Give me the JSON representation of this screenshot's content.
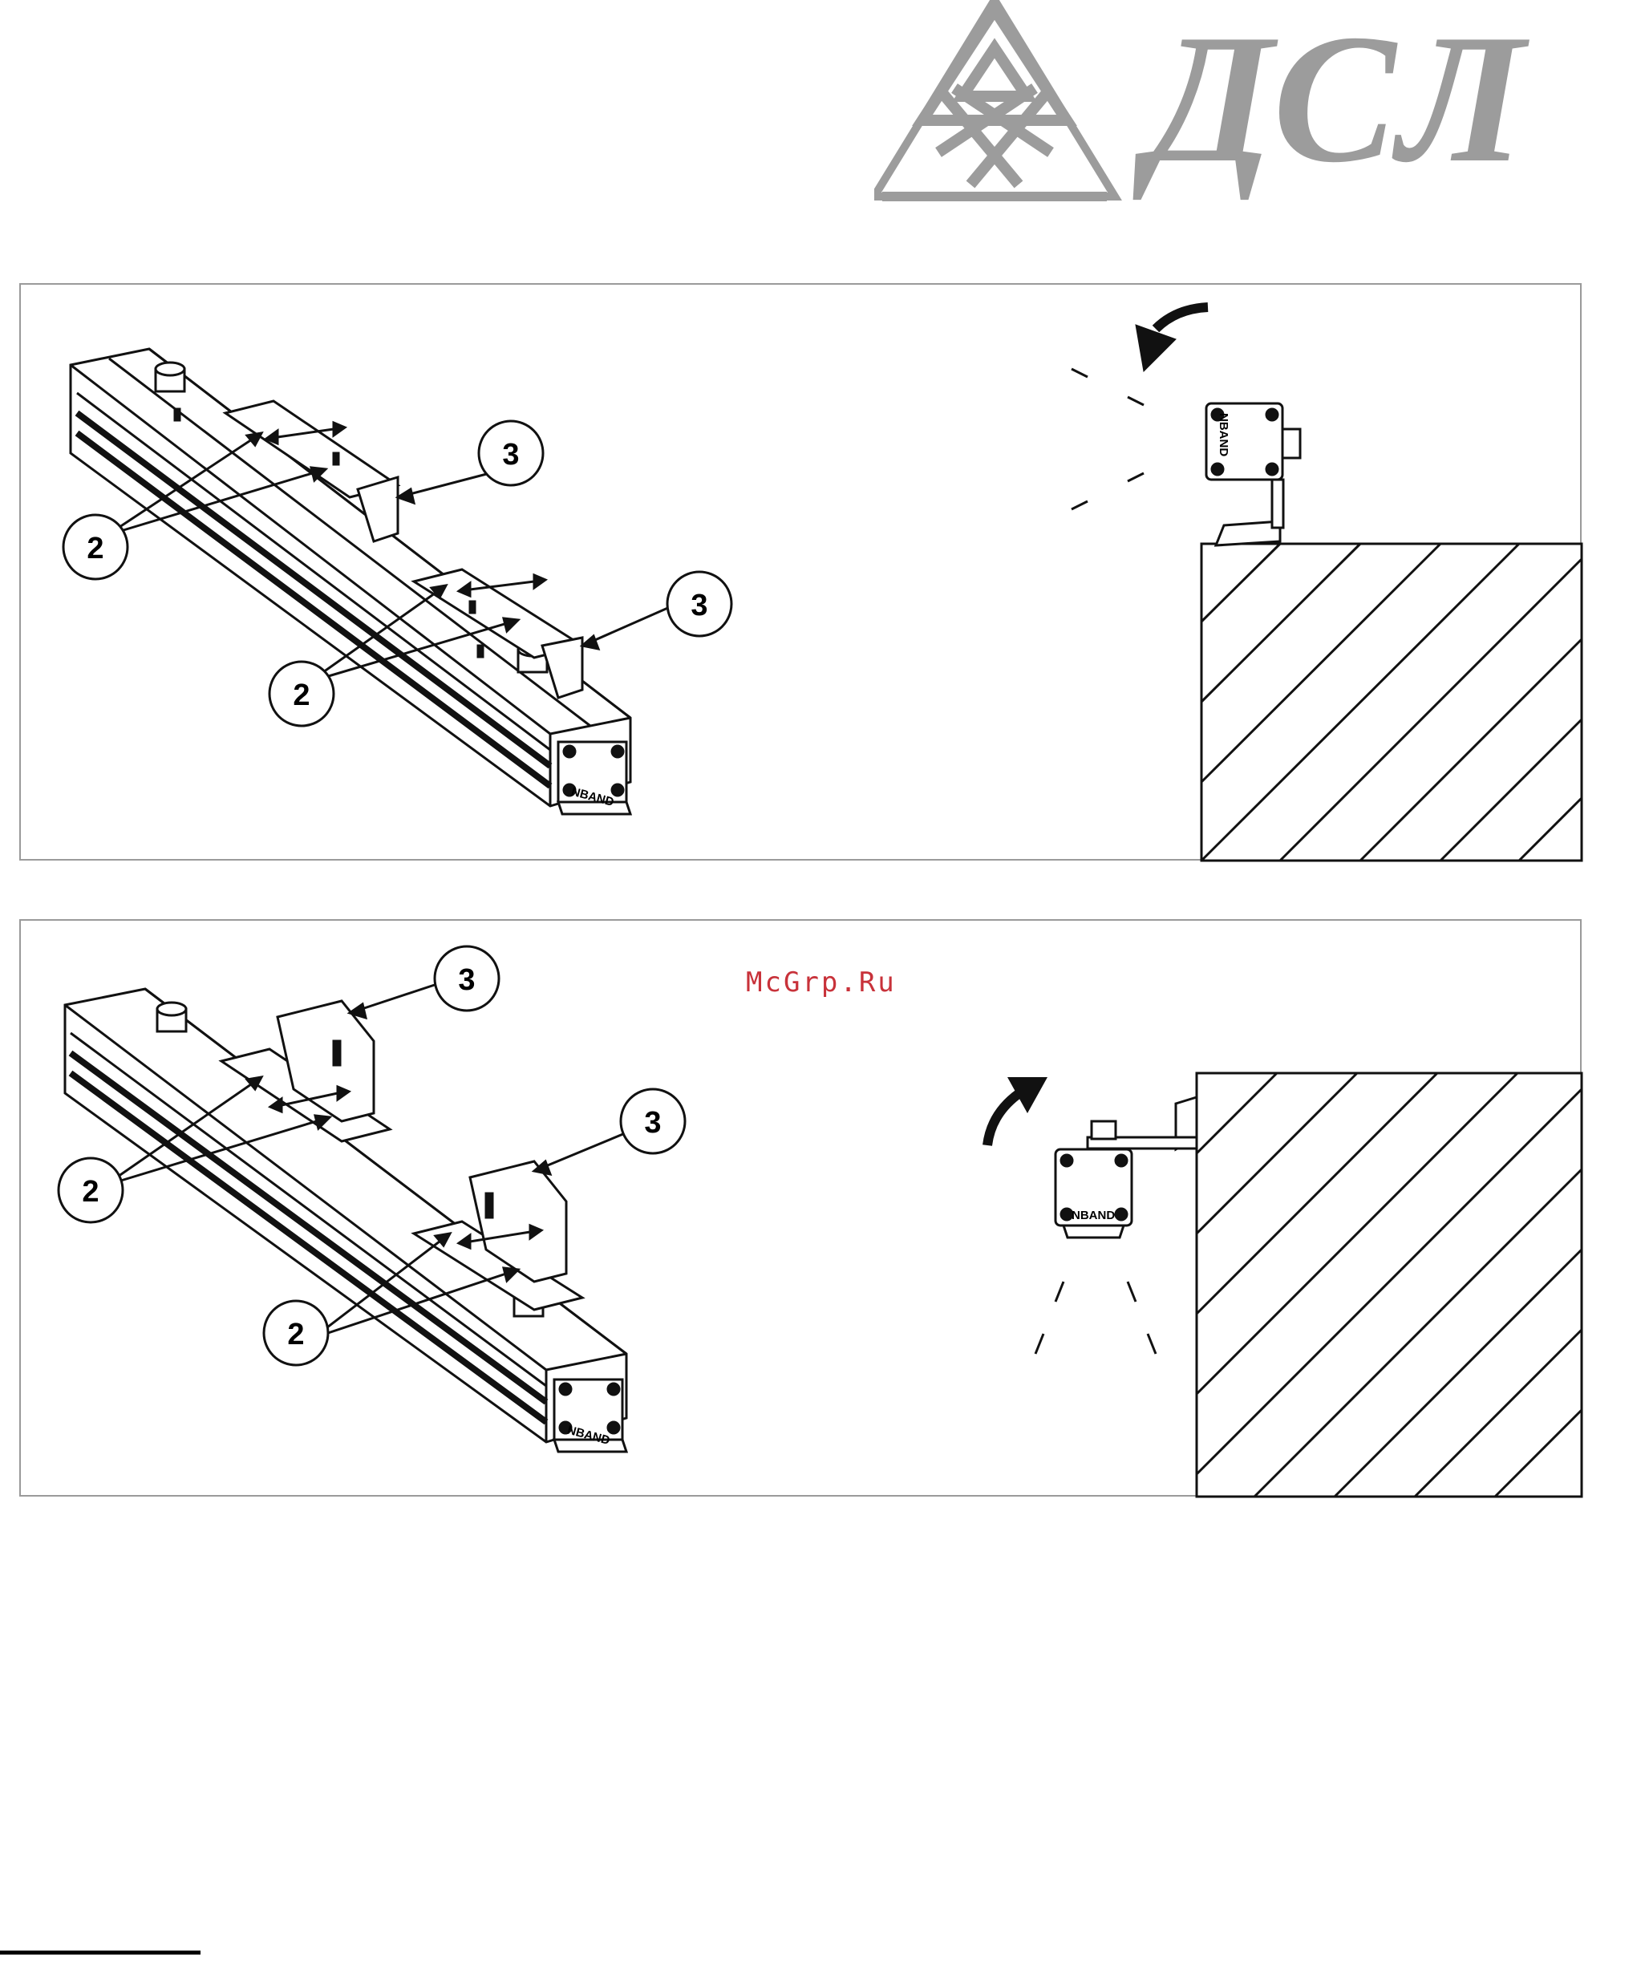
{
  "logo": {
    "text": "ДСЛ",
    "color": "#9c9c9c"
  },
  "watermark": {
    "text": "McGrp.Ru",
    "color": "#c8323a"
  },
  "panel_top": {
    "callouts": [
      "2",
      "2",
      "2",
      "2",
      "3",
      "3"
    ],
    "fixture_label": "NBAND",
    "side_label": "NBAND",
    "rotation_arrow": "counterclockwise-arrow-icon"
  },
  "panel_bottom": {
    "callouts": [
      "2",
      "2",
      "2",
      "2",
      "3",
      "3"
    ],
    "fixture_label": "NBAND",
    "side_label": "NBAND",
    "rotation_arrow": "clockwise-arrow-icon"
  }
}
